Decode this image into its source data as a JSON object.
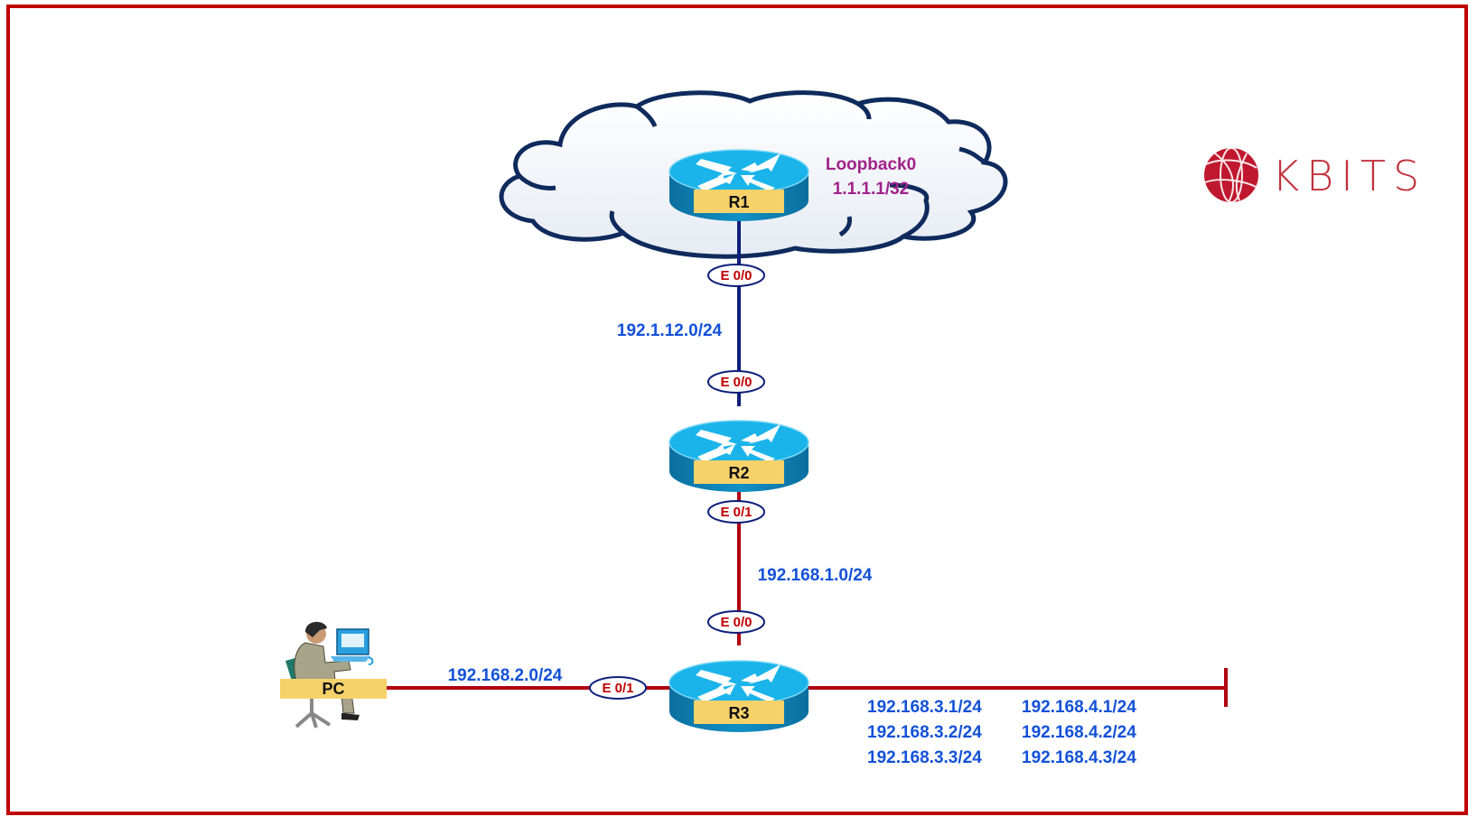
{
  "colors": {
    "frame": "#c00000",
    "link_blue": "#0d1f7a",
    "link_red": "#b00010",
    "subnet_text": "#1351d8",
    "iface_text": "#c00000",
    "loopback_text": "#a0228a",
    "router_top": "#19b4ea",
    "router_side": "#0e7fb3",
    "router_label_bg": "#f7d26a",
    "brand": "#c0323d"
  },
  "logo": {
    "text": "KBITS",
    "icon": "globe-icon"
  },
  "cloud": {
    "icon": "cloud-icon"
  },
  "devices": {
    "r1": {
      "label": "R1",
      "icon": "router-icon"
    },
    "r2": {
      "label": "R2",
      "icon": "router-icon"
    },
    "r3": {
      "label": "R3",
      "icon": "router-icon"
    },
    "pc": {
      "label": "PC",
      "icon": "user-workstation-icon"
    }
  },
  "loopback": {
    "name": "Loopback0",
    "address": "1.1.1.1/32"
  },
  "links": {
    "r1_r2": {
      "subnet": "192.1.12.0/24",
      "r1_iface": "E 0/0",
      "r2_iface": "E 0/0"
    },
    "r2_r3": {
      "subnet": "192.168.1.0/24",
      "r2_iface": "E 0/1",
      "r3_iface": "E 0/0"
    },
    "pc_r3": {
      "subnet": "192.168.2.0/24",
      "r3_iface": "E 0/1"
    }
  },
  "lan_addresses": {
    "col1": [
      "192.168.3.1/24",
      "192.168.3.2/24",
      "192.168.3.3/24"
    ],
    "col2": [
      "192.168.4.1/24",
      "192.168.4.2/24",
      "192.168.4.3/24"
    ]
  }
}
